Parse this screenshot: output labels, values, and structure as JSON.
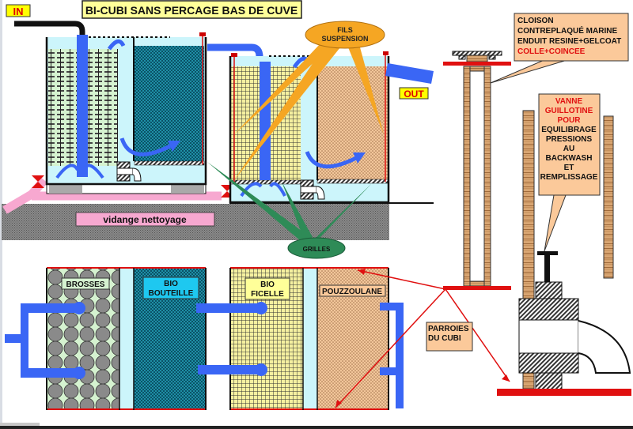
{
  "title": "BI-CUBI SANS PERCAGE BAS DE CUVE",
  "labels": {
    "in": "IN",
    "out": "OUT",
    "fils_suspension": [
      "FILS",
      "SUSPENSION"
    ],
    "grilles": "GRILLES",
    "vidange": "vidange nettoyage",
    "cloison": [
      "CLOISON",
      "CONTREPLAQUÉ MARINE",
      "ENDUIT RESINE+GELCOAT"
    ],
    "cloison_red": "COLLE+COINCEE",
    "vanne_red": [
      "VANNE",
      "GUILLOTINE",
      "POUR"
    ],
    "vanne_black": [
      "EQUILIBRAGE",
      "PRESSIONS",
      "AU",
      "BACKWASH",
      "ET",
      "REMPLISSAGE"
    ],
    "parroies": [
      "PARROIES",
      "DU CUBI"
    ],
    "brosses": "BROSSES",
    "bio_bouteille": [
      "BIO",
      "BOUTEILLE"
    ],
    "bio_ficelle": [
      "BIO",
      "FICELLE"
    ],
    "pouzzoulane": "POUZZOULANE"
  },
  "colors": {
    "pipe_blue": "#3a66f5",
    "water_light": "#ccf5fb",
    "wall_red": "#e01010",
    "pink_drain": "#f7a8d0",
    "ground_grey": "#808080",
    "callout_orange": "#f5a623",
    "callout_peach": "#fbc99a",
    "grilles_green": "#2e8b57",
    "title_yellow": "#ffff99",
    "label_yellow": "#ffff00",
    "wood": "#c8925a"
  }
}
